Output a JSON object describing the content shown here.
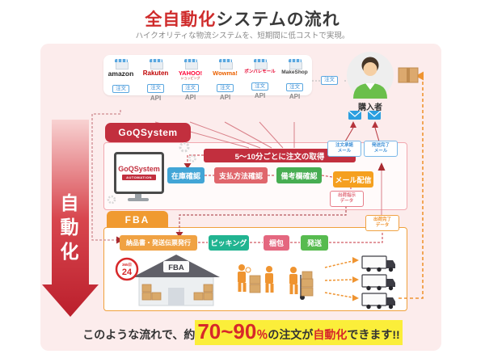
{
  "header": {
    "title_accent": "全自動化",
    "title_rest": "システムの流れ",
    "subtitle": "ハイクオリティな物流システムを、短期間に低コストで実現。"
  },
  "labels": {
    "order": "注文",
    "api": "API"
  },
  "stores": [
    {
      "name": "amazon",
      "sub": ""
    },
    {
      "name": "Rakuten",
      "sub": ""
    },
    {
      "name": "YAHOO!",
      "sub": "ショッピング"
    },
    {
      "name": "Wowma!",
      "sub": ""
    },
    {
      "name": "ポンパレモール",
      "sub": ""
    },
    {
      "name": "MakeShop",
      "sub": ""
    }
  ],
  "buyer": {
    "label": "購入者"
  },
  "goq": {
    "tab": "GoQSystem",
    "banner": "5～10分ごとに注文の取得",
    "monitor": {
      "brand": "GoQSystem",
      "mode": "AUTOMATION"
    },
    "steps": [
      {
        "label": "在庫確認",
        "color": "#42a5d6"
      },
      {
        "label": "支払方法確認",
        "color": "#e0666c"
      },
      {
        "label": "備考欄確認",
        "color": "#47ad52"
      },
      {
        "label": "メール配信",
        "color": "#f5a01f"
      }
    ],
    "mail_badges": [
      {
        "line1": "注文承諾",
        "line2": "メール"
      },
      {
        "line1": "発送完了",
        "line2": "メール"
      }
    ],
    "data_badges": [
      {
        "line1": "出荷指示",
        "line2": "データ"
      },
      {
        "line1": "出荷完了",
        "line2": "データ"
      }
    ]
  },
  "fba": {
    "tab": "FBA",
    "steps": [
      {
        "label": "納品書・発送伝票発行",
        "color": "#f0a243"
      },
      {
        "label": "ピッキング",
        "color": "#21b491"
      },
      {
        "label": "梱包",
        "color": "#e4677f"
      },
      {
        "label": "発送",
        "color": "#57bb4f"
      }
    ],
    "warehouse": "FBA",
    "hours": "24",
    "days": "365日"
  },
  "side_arrow": {
    "label": "自動化"
  },
  "footer": {
    "prefix": "このような流れで、約",
    "number": "70~90",
    "percent": "％",
    "mid": "の注文が",
    "accent": "自動化",
    "suffix": "できます!!"
  },
  "colors": {
    "accent_red": "#c22f3e",
    "fba_orange": "#f09a30",
    "highlight_yellow": "#fbee3a",
    "pink_bg": "#fcecec",
    "delivery_orange": "#ef9431"
  }
}
